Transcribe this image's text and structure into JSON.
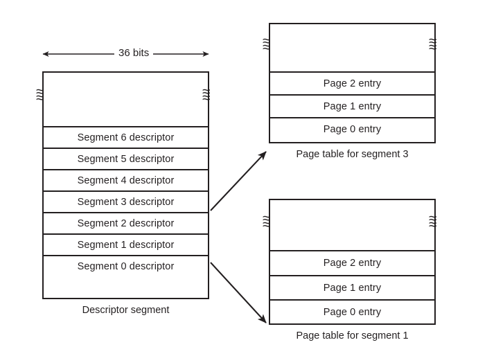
{
  "figure": {
    "width_label": "36 bits",
    "descriptor_segment": {
      "caption": "Descriptor segment",
      "rows": [
        {
          "label": "Segment 6 descriptor"
        },
        {
          "label": "Segment 5 descriptor"
        },
        {
          "label": "Segment 4 descriptor"
        },
        {
          "label": "Segment 3 descriptor"
        },
        {
          "label": "Segment 2 descriptor"
        },
        {
          "label": "Segment 1 descriptor"
        },
        {
          "label": "Segment 0 descriptor"
        }
      ],
      "break_mark": "≈"
    },
    "page_table_segment3": {
      "caption": "Page table for segment 3",
      "rows": [
        {
          "label": "Page 2 entry"
        },
        {
          "label": "Page 1 entry"
        },
        {
          "label": "Page 0 entry"
        }
      ],
      "break_mark": "≈"
    },
    "page_table_segment1": {
      "caption": "Page table for segment 1",
      "rows": [
        {
          "label": "Page 2 entry"
        },
        {
          "label": "Page 1 entry"
        },
        {
          "label": "Page 0 entry"
        }
      ],
      "break_mark": "≈"
    },
    "colors": {
      "line": "#231f20",
      "background": "#ffffff"
    }
  }
}
